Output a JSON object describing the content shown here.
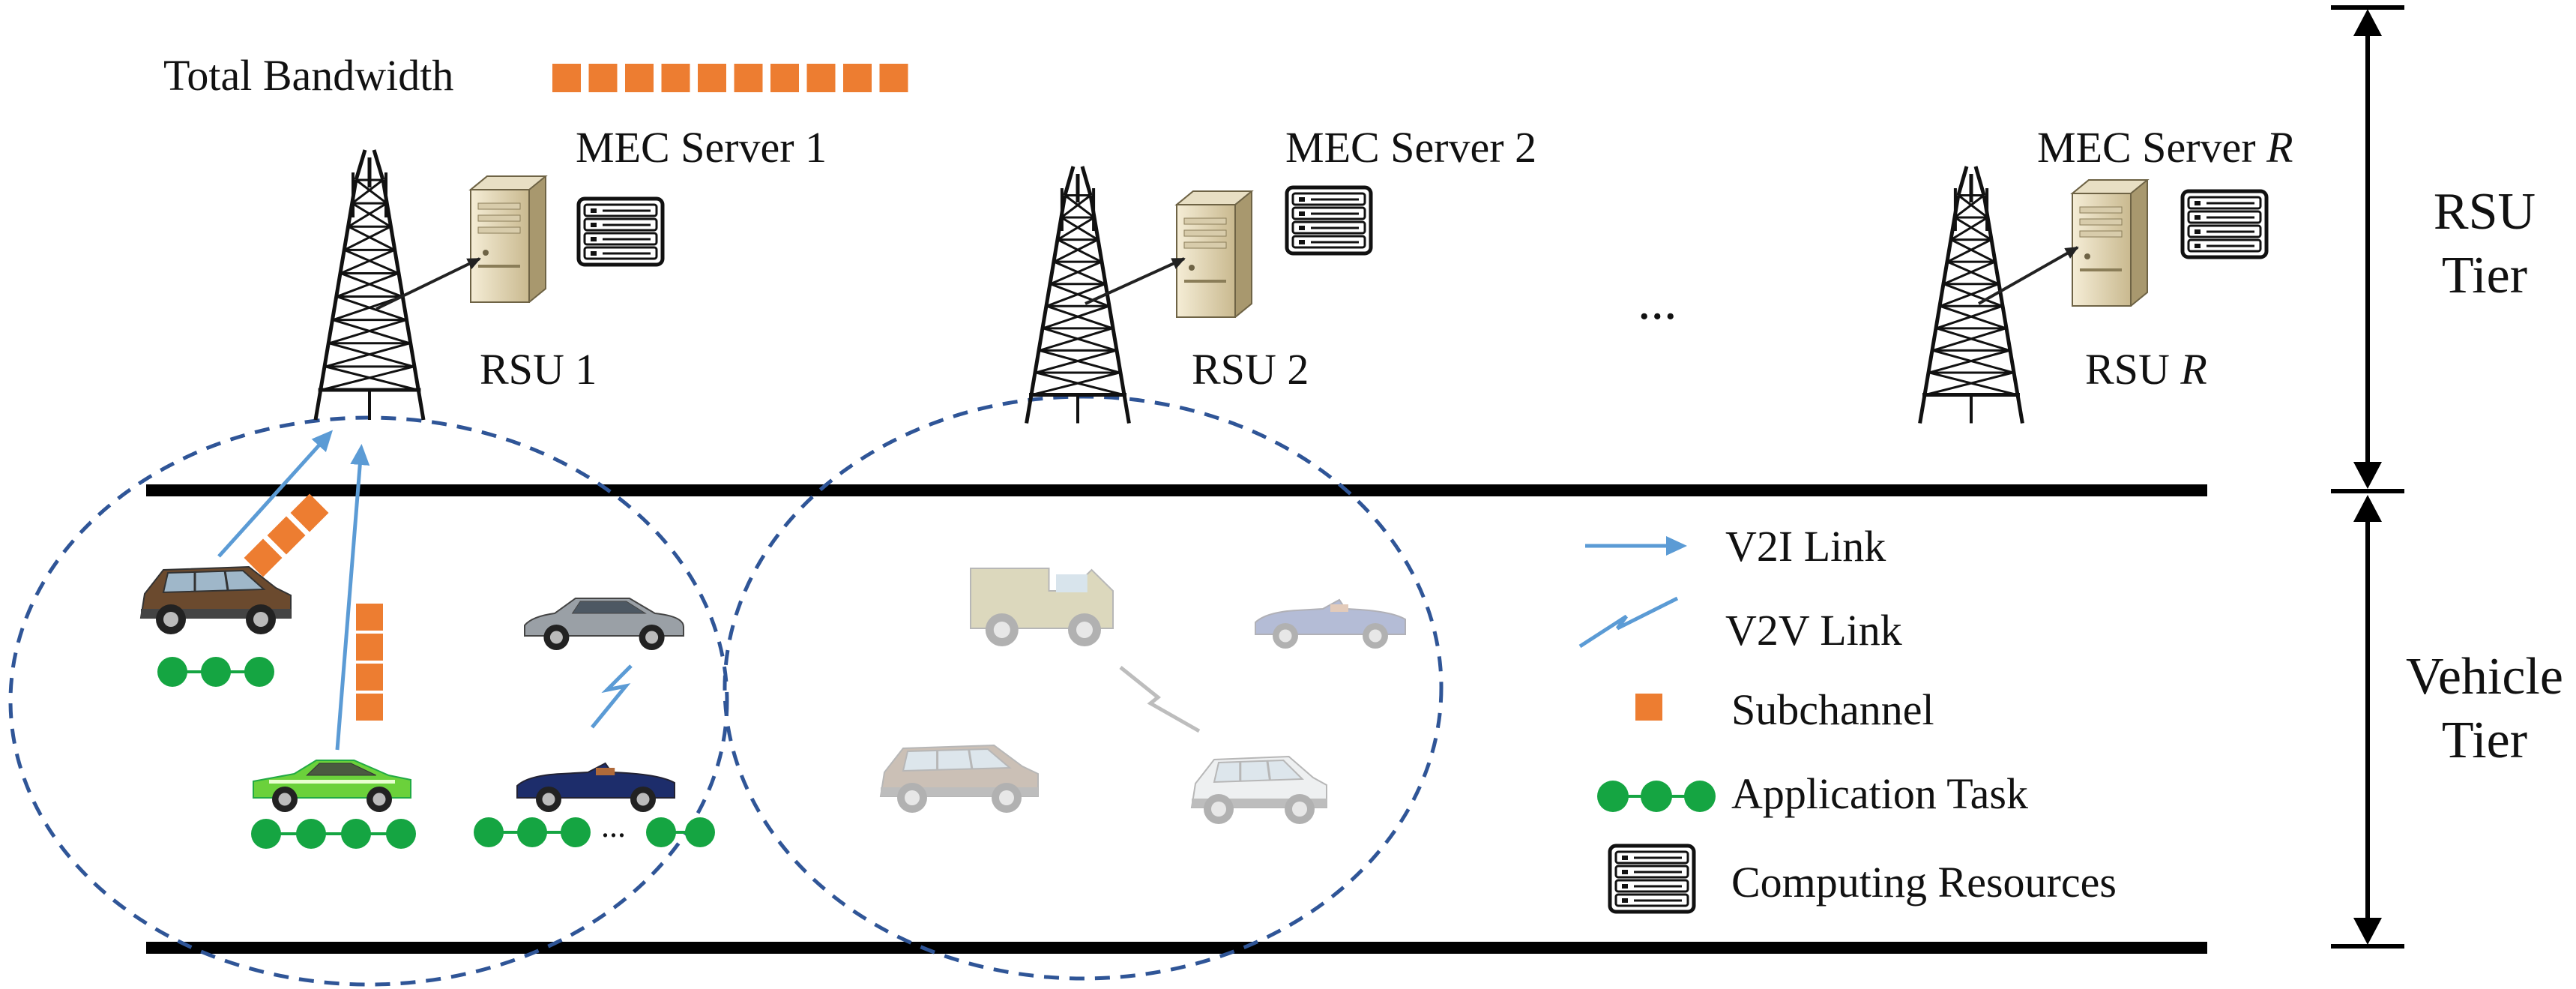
{
  "top": {
    "total_bandwidth_label": "Total Bandwidth",
    "total_bandwidth_blocks": 10
  },
  "servers": [
    {
      "name": "MEC Server 1",
      "name_prefix": "MEC Server ",
      "name_suffix": "1",
      "suffix_italic": false
    },
    {
      "name": "MEC Server 2",
      "name_prefix": "MEC Server ",
      "name_suffix": "2",
      "suffix_italic": false
    },
    {
      "name": "MEC Server R",
      "name_prefix": "MEC Server ",
      "name_suffix": "R",
      "suffix_italic": true
    }
  ],
  "rsus": [
    {
      "name": "RSU 1",
      "name_prefix": "RSU ",
      "name_suffix": "1",
      "suffix_italic": false
    },
    {
      "name": "RSU 2",
      "name_prefix": "RSU ",
      "name_suffix": "2",
      "suffix_italic": false
    },
    {
      "name": "RSU R",
      "name_prefix": "RSU ",
      "name_suffix": "R",
      "suffix_italic": true
    }
  ],
  "ellipsis": "...",
  "task_ellipsis": "...",
  "tiers": {
    "rsu": {
      "line1": "RSU",
      "line2": "Tier"
    },
    "vehicle": {
      "line1": "Vehicle",
      "line2": "Tier"
    }
  },
  "legend": [
    {
      "key": "v2i",
      "label": "V2I Link"
    },
    {
      "key": "v2v",
      "label": "V2V Link"
    },
    {
      "key": "subchannel",
      "label": "Subchannel"
    },
    {
      "key": "task",
      "label": "Application Task"
    },
    {
      "key": "compute",
      "label": "Computing Resources"
    }
  ],
  "colors": {
    "subchannel": "#ed7d31",
    "task": "#15a542",
    "link": "#5b9bd5",
    "coverage": "#2f5597",
    "road": "#000000"
  }
}
